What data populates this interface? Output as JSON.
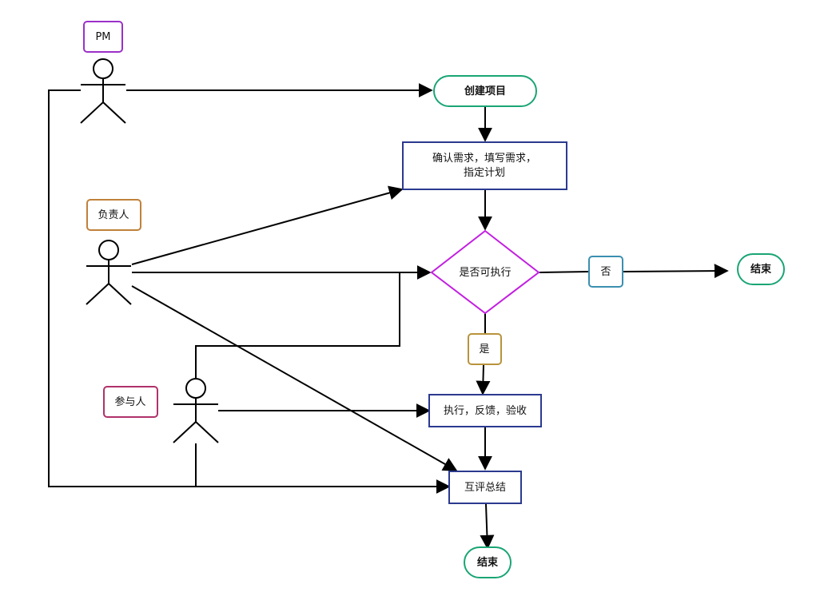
{
  "colors": {
    "line": "#000000",
    "pm_role": "#9b30c8",
    "owner_role": "#c0813a",
    "participant_role": "#b0316a",
    "terminal": "#1aa574",
    "process": "#2b3a8f",
    "decision": "#c21fe0",
    "yes_label": "#b8933c",
    "no_label": "#3a8fb0"
  },
  "roles": {
    "pm": "PM",
    "owner": "负责人",
    "participant": "参与人"
  },
  "nodes": {
    "start": "创建项目",
    "confirm_line1": "确认需求，填写需求，",
    "confirm_line2": "指定计划",
    "decision": "是否可执行",
    "no_label": "否",
    "end_right": "结束",
    "yes_label": "是",
    "execute": "执行，反馈，验收",
    "review": "互评总结",
    "end_bottom": "结束"
  }
}
